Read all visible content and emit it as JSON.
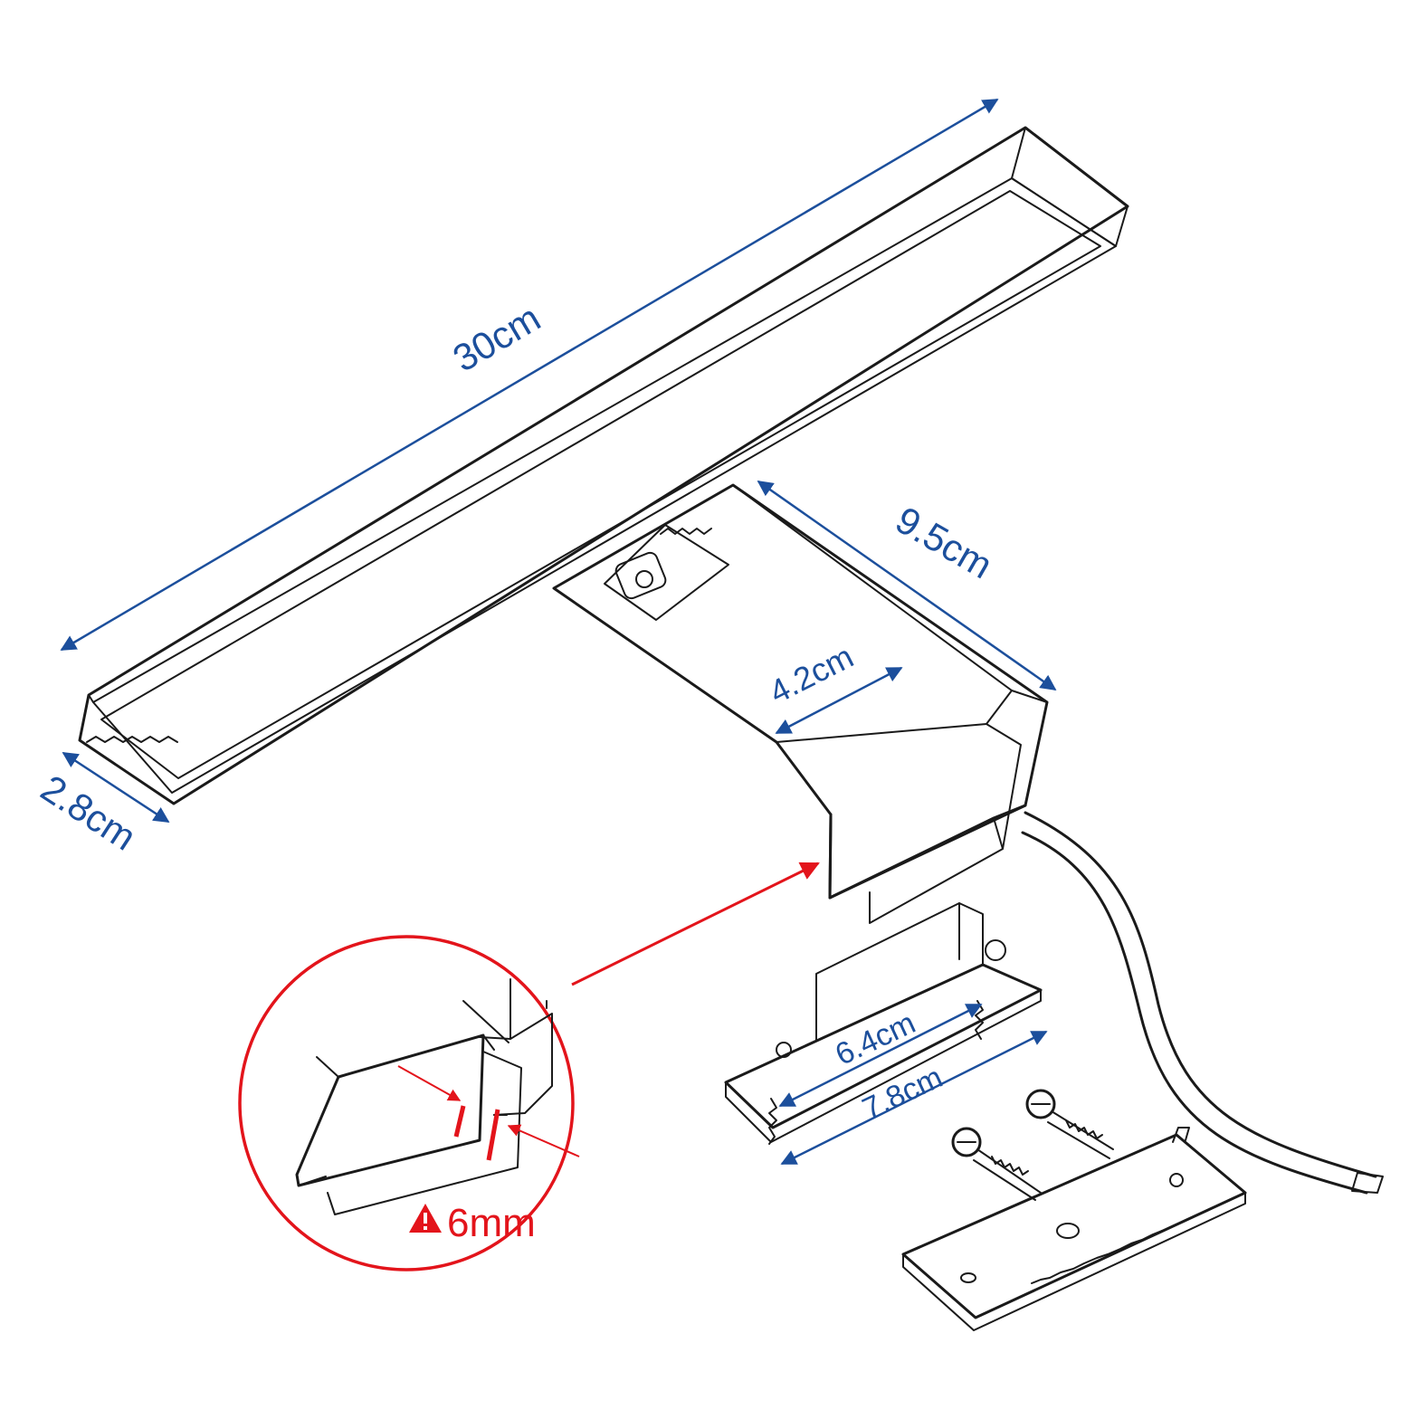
{
  "colors": {
    "dimension": "#1c4f9c",
    "highlight": "#e3141b",
    "line": "#1a1a1a",
    "background": "#ffffff"
  },
  "dimensions": {
    "length": "30cm",
    "depth": "9.5cm",
    "height": "2.8cm",
    "arm_width": "4.2cm",
    "clip_inner": "6.4cm",
    "clip_outer": "7.8cm"
  },
  "detail": {
    "thickness": "6mm",
    "warning_icon": "warning-triangle-icon"
  }
}
